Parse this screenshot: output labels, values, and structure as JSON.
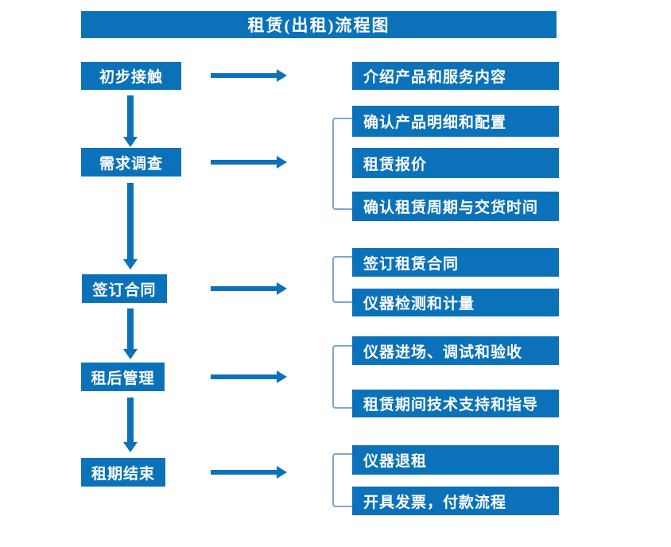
{
  "diagram": {
    "title": "租赁(出租)流程图",
    "accent_color": "#0b72ba",
    "bracket_color": "#7fa6cc",
    "text_color": "#ffffff",
    "background_color": "#ffffff",
    "stages": [
      {
        "id": "stage-1",
        "label": "初步接触"
      },
      {
        "id": "stage-2",
        "label": "需求调查"
      },
      {
        "id": "stage-3",
        "label": "签订合同"
      },
      {
        "id": "stage-4",
        "label": "租后管理"
      },
      {
        "id": "stage-5",
        "label": "租期结束"
      }
    ],
    "details": [
      {
        "id": "detail-1-1",
        "label": "介绍产品和服务内容"
      },
      {
        "id": "detail-2-1",
        "label": "确认产品明细和配置"
      },
      {
        "id": "detail-2-2",
        "label": "租赁报价"
      },
      {
        "id": "detail-2-3",
        "label": "确认租赁周期与交货时间"
      },
      {
        "id": "detail-3-1",
        "label": "签订租赁合同"
      },
      {
        "id": "detail-3-2",
        "label": "仪器检测和计量"
      },
      {
        "id": "detail-4-1",
        "label": "仪器进场、调试和验收"
      },
      {
        "id": "detail-4-2",
        "label": "租赁期间技术支持和指导"
      },
      {
        "id": "detail-5-1",
        "label": "仪器退租"
      },
      {
        "id": "detail-5-2",
        "label": "开具发票，付款流程"
      }
    ],
    "connectors": {
      "stage_to_detail_arrows": 5,
      "stage_to_stage_arrows": 4,
      "group_brackets": 4
    }
  }
}
